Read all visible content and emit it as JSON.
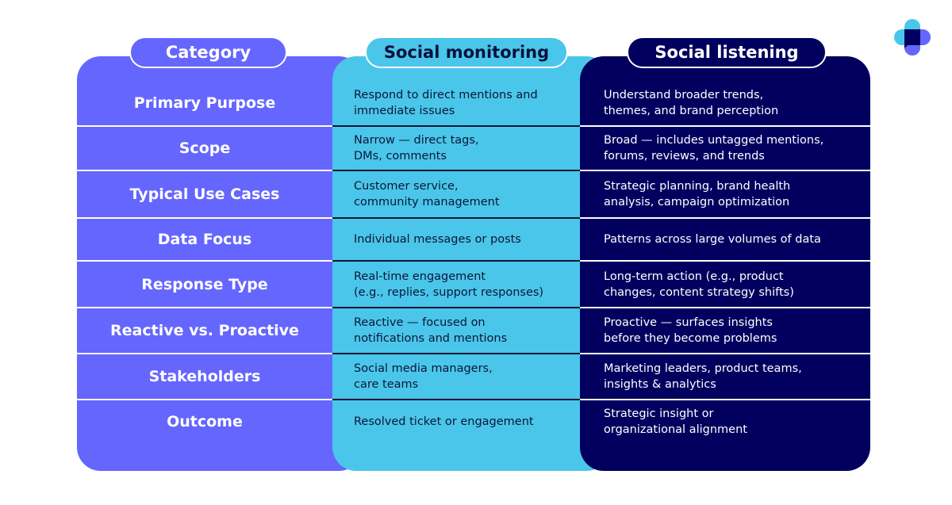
{
  "headers": {
    "category": "Category",
    "monitoring": "Social monitoring",
    "listening": "Social listening"
  },
  "rows": [
    {
      "category": "Primary Purpose",
      "monitoring": "Respond to direct mentions and\nimmediate issues",
      "listening": "Understand broader trends,\nthemes, and brand perception"
    },
    {
      "category": "Scope",
      "monitoring": "Narrow — direct tags,\nDMs, comments",
      "listening": "Broad — includes untagged mentions,\nforums, reviews, and trends"
    },
    {
      "category": "Typical Use Cases",
      "monitoring": "Customer service,\ncommunity management",
      "listening": "Strategic planning, brand health\nanalysis, campaign optimization"
    },
    {
      "category": "Data Focus",
      "monitoring": "Individual messages or posts",
      "listening": "Patterns across large volumes of data"
    },
    {
      "category": "Response Type",
      "monitoring": "Real-time engagement\n(e.g., replies, support responses)",
      "listening": "Long-term action (e.g., product\nchanges, content strategy shifts)"
    },
    {
      "category": "Reactive vs. Proactive",
      "monitoring": "Reactive — focused on\nnotifications and mentions",
      "listening": "Proactive — surfaces insights\nbefore they become problems"
    },
    {
      "category": "Stakeholders",
      "monitoring": "Social media managers,\ncare teams",
      "listening": "Marketing leaders, product teams,\ninsights & analytics"
    },
    {
      "category": "Outcome",
      "monitoring": "Resolved ticket or engagement",
      "listening": "Strategic insight or\norganizational alignment"
    }
  ],
  "colors": {
    "category": "#6566fe",
    "monitoring": "#4ac6ea",
    "listening": "#01005f"
  },
  "logo": {
    "icon": "brand-plus-logo-icon"
  }
}
